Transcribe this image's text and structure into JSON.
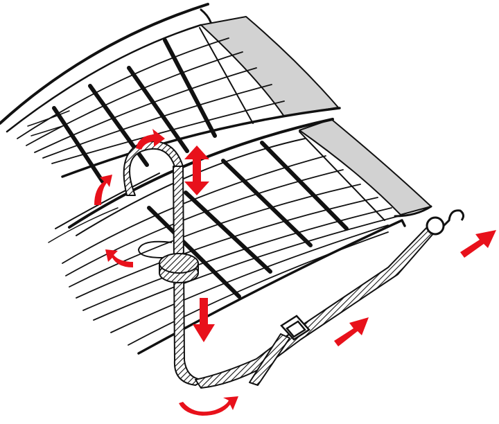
{
  "illustration": {
    "colors": {
      "line": "#111111",
      "arrow": "#e8111b",
      "flap": "#d2d2d2",
      "background": "#ffffff"
    },
    "components": [
      "upper-wing-panel",
      "lower-wing-panel",
      "hold-down-strap",
      "strap-loop-ring",
      "strap-buckle",
      "end-ring-hook"
    ],
    "arrow_count": 8
  }
}
